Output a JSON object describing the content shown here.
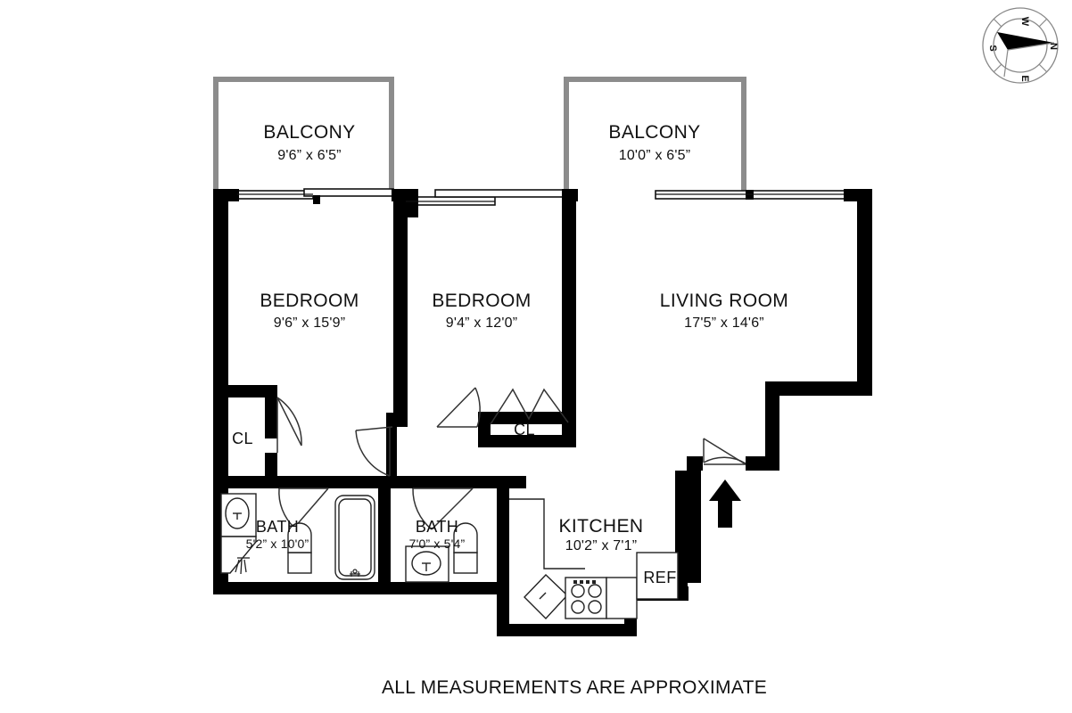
{
  "plan": {
    "footer_note": "ALL MEASUREMENTS ARE APPROXIMATE",
    "wall_color": "#000000",
    "balcony_rail_color": "#8c8c8c",
    "fixture_line_color": "#222222",
    "background": "#ffffff"
  },
  "rooms": {
    "balcony_left": {
      "name": "BALCONY",
      "dims": "9'6” x 6'5”"
    },
    "balcony_right": {
      "name": "BALCONY",
      "dims": "10'0” x 6'5”"
    },
    "bedroom_left": {
      "name": "BEDROOM",
      "dims": "9'6” x 15'9”"
    },
    "bedroom_middle": {
      "name": "BEDROOM",
      "dims": "9'4” x 12'0”"
    },
    "living_room": {
      "name": "LIVING ROOM",
      "dims": "17'5” x 14'6”"
    },
    "bath_left": {
      "name": "BATH",
      "dims": "5'2” x 10'0”"
    },
    "bath_right": {
      "name": "BATH",
      "dims": "7'0” x 5'4”"
    },
    "kitchen": {
      "name": "KITCHEN",
      "dims": "10'2” x 7'1”"
    }
  },
  "labels": {
    "closet_left": "CL",
    "closet_right": "CL",
    "refrigerator": "REF"
  },
  "compass": {
    "north": "N",
    "south": "S",
    "east": "E",
    "west": "W"
  }
}
